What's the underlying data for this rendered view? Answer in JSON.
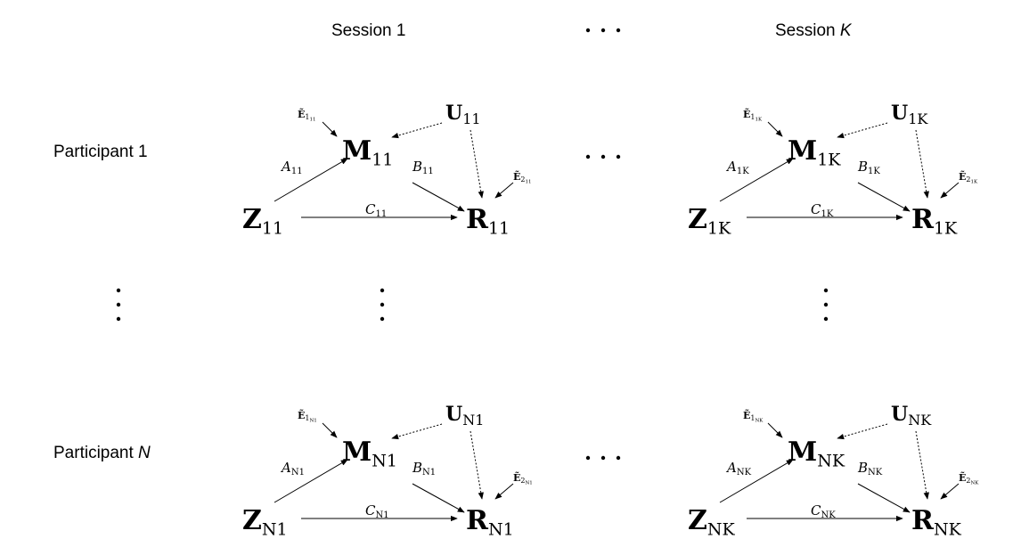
{
  "headers": {
    "session_first_prefix": "Session 1",
    "session_last_prefix": "Session ",
    "session_last_index": "K"
  },
  "rows": {
    "first_prefix": "Participant 1",
    "last_prefix": "Participant ",
    "last_index": "N"
  },
  "blocks": [
    {
      "id": "p1-s1",
      "nodes": {
        "Z": "Z",
        "M": "M",
        "R": "R",
        "U": "U",
        "E1": "Ẽ",
        "E2": "Ẽ"
      },
      "sub": "11",
      "e1_sub": "1",
      "e2_sub": "2",
      "e_subsub": "11",
      "edges": {
        "A": "A",
        "B": "B",
        "C": "C"
      }
    },
    {
      "id": "p1-sK",
      "nodes": {
        "Z": "Z",
        "M": "M",
        "R": "R",
        "U": "U",
        "E1": "Ẽ",
        "E2": "Ẽ"
      },
      "sub": "1K",
      "e1_sub": "1",
      "e2_sub": "2",
      "e_subsub": "1K",
      "edges": {
        "A": "A",
        "B": "B",
        "C": "C"
      }
    },
    {
      "id": "pN-s1",
      "nodes": {
        "Z": "Z",
        "M": "M",
        "R": "R",
        "U": "U",
        "E1": "Ẽ",
        "E2": "Ẽ"
      },
      "sub": "N1",
      "e1_sub": "1",
      "e2_sub": "2",
      "e_subsub": "N1",
      "edges": {
        "A": "A",
        "B": "B",
        "C": "C"
      }
    },
    {
      "id": "pN-sK",
      "nodes": {
        "Z": "Z",
        "M": "M",
        "R": "R",
        "U": "U",
        "E1": "Ẽ",
        "E2": "Ẽ"
      },
      "sub": "NK",
      "e1_sub": "1",
      "e2_sub": "2",
      "e_subsub": "NK",
      "edges": {
        "A": "A",
        "B": "B",
        "C": "C"
      }
    }
  ]
}
